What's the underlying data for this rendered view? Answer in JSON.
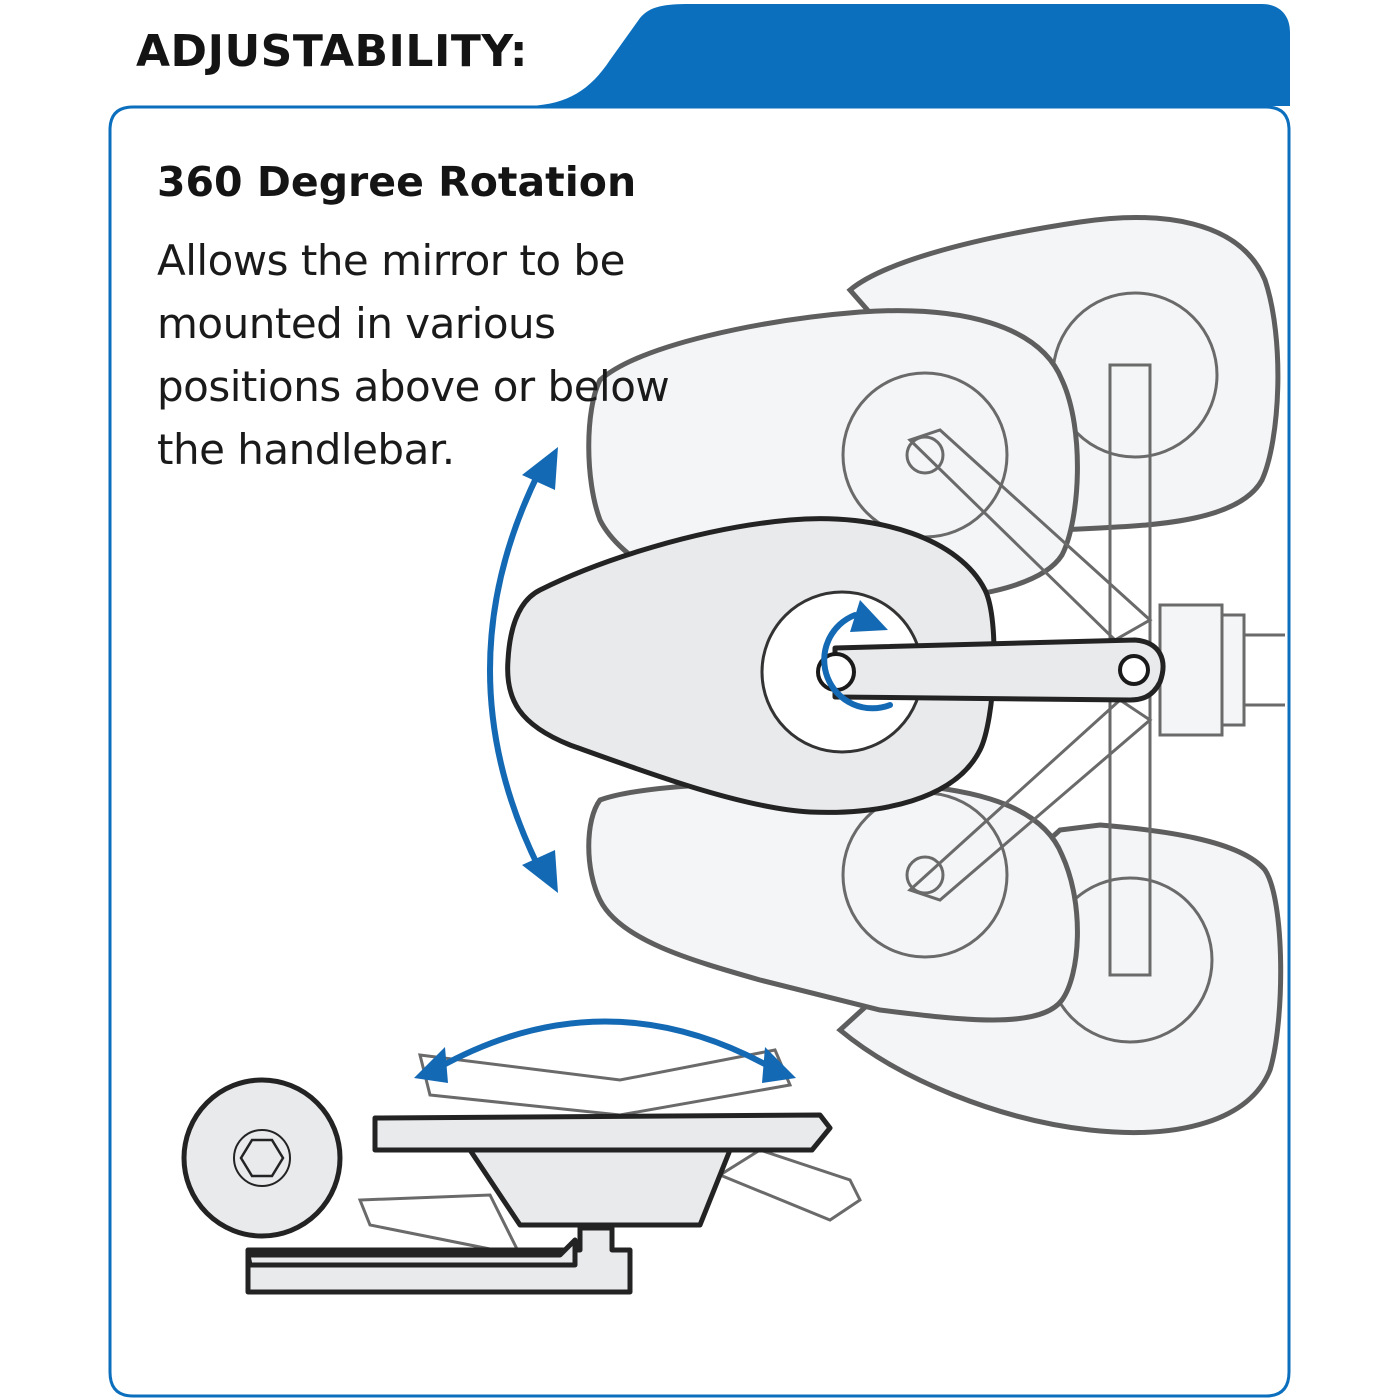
{
  "header": {
    "title": "ADJUSTABILITY:",
    "accent_color": "#0b6fbe"
  },
  "feature": {
    "heading": "360 Degree Rotation",
    "description": "Allows the mirror to be mounted in various positions above or below the handlebar."
  },
  "illustration": {
    "subject": "bar-end mirror positions and rotation",
    "icons": [
      "vertical-swing-arrow-icon",
      "rotation-arrow-icon",
      "tilt-arrow-icon",
      "hex-bolt-icon"
    ]
  }
}
